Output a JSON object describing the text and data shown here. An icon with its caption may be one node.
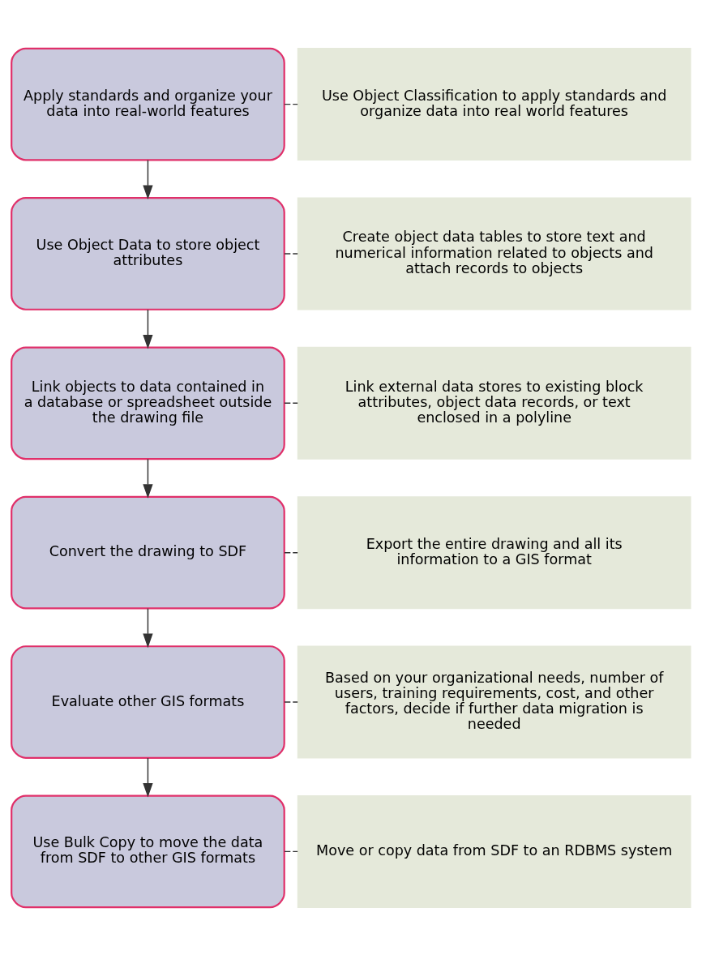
{
  "diagram": {
    "nodes": [
      {
        "text": [
          "Apply standards and organize your data into real-world features"
        ]
      },
      {
        "text": [
          "Use Object Classification to apply standards and organize data into real world features"
        ]
      },
      {
        "text": [
          "Use Object Data to store object attributes"
        ]
      },
      {
        "text": [
          "Create object data tables to store text and numerical information related to objects and attach records to objects"
        ]
      },
      {
        "text": [
          "Link objects to data contained in a database or spreadsheet outside the drawing file"
        ]
      },
      {
        "text": [
          "Link external data stores to existing block attributes, object data records, or text enclosed in a polyline"
        ]
      },
      {
        "text": [
          "Convert the drawing to SDF"
        ]
      },
      {
        "text": [
          "Export the entire drawing and all its information to a GIS format"
        ]
      },
      {
        "text": [
          "Evaluate other GIS formats"
        ]
      },
      {
        "text": [
          "Based on your organizational needs, number of users, training requirements, cost, and other factors, decide if further data migration is needed"
        ]
      },
      {
        "text": [
          "Use Bulk Copy to move the data from SDF to other GIS formats"
        ]
      },
      {
        "text": [
          "Move or copy data from SDF to an RDBMS system"
        ]
      }
    ],
    "edges": [
      {
        "from": 0,
        "to": 1,
        "arrow": "none",
        "style": "dashed"
      },
      {
        "from": 0,
        "to": 2,
        "arrow": "to"
      },
      {
        "from": 2,
        "to": 3,
        "arrow": "none",
        "style": "dashed"
      },
      {
        "from": 2,
        "to": 4,
        "arrow": "to"
      },
      {
        "from": 4,
        "to": 5,
        "arrow": "none",
        "style": "dashed"
      },
      {
        "from": 4,
        "to": 6,
        "arrow": "to"
      },
      {
        "from": 6,
        "to": 7,
        "arrow": "none",
        "style": "dashed"
      },
      {
        "from": 6,
        "to": 8,
        "arrow": "to"
      },
      {
        "from": 8,
        "to": 9,
        "arrow": "none",
        "style": "dashed"
      },
      {
        "from": 8,
        "to": 10,
        "arrow": "to"
      },
      {
        "from": 10,
        "to": 11,
        "arrow": "none",
        "style": "dashed"
      }
    ]
  }
}
